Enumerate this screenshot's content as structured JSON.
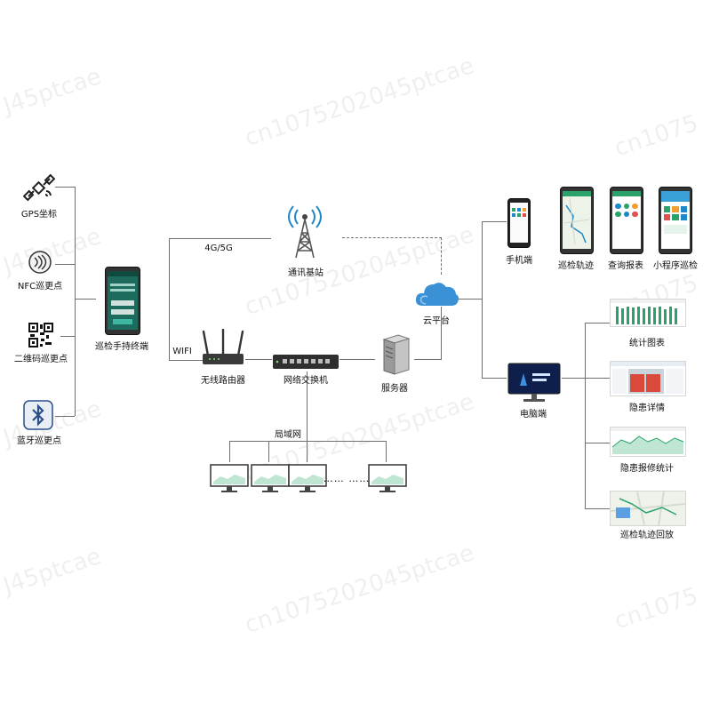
{
  "left_inputs": [
    {
      "label": "GPS坐标",
      "icon": "satellite-icon"
    },
    {
      "label": "NFC巡更点",
      "icon": "nfc-icon"
    },
    {
      "label": "二维码巡更点",
      "icon": "qr-code-icon"
    },
    {
      "label": "蓝牙巡更点",
      "icon": "bluetooth-icon"
    }
  ],
  "handheld": {
    "label": "巡检手持终端"
  },
  "links": {
    "cellular": "4G/5G",
    "wifi": "WIFI",
    "offline": "局域网",
    "ellipsis": "…… ……"
  },
  "tower": {
    "label": "通讯基站"
  },
  "router": {
    "label": "无线路由器"
  },
  "switch": {
    "label": "网络交换机"
  },
  "server": {
    "label": "服务器"
  },
  "cloud": {
    "label": "云平台"
  },
  "mobile": {
    "label": "手机端",
    "screens": [
      {
        "label": "巡检轨迹"
      },
      {
        "label": "查询报表"
      },
      {
        "label": "小程序巡检"
      }
    ]
  },
  "desktop": {
    "label": "电脑端",
    "screens": [
      {
        "label": "统计图表"
      },
      {
        "label": "隐患详情"
      },
      {
        "label": "隐患报修统计"
      },
      {
        "label": "巡检轨迹回放"
      }
    ]
  },
  "watermarks": [
    "J45ptcae",
    "cn1075202045ptcae",
    "cn1075"
  ],
  "colors": {
    "line": "#6f6f6f",
    "accent_blue": "#1e88c8",
    "green": "#2aa36b",
    "dark": "#222222"
  }
}
